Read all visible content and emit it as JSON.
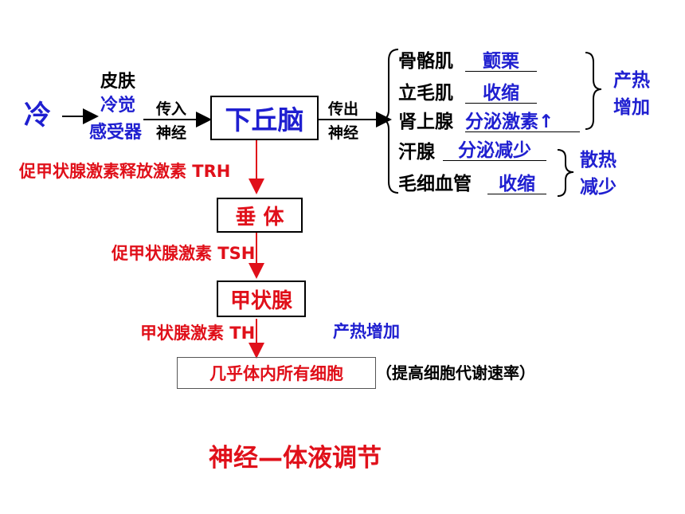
{
  "stimulus": {
    "cold": "冷",
    "skin": "皮肤",
    "receptor_1": "冷觉",
    "receptor_2": "感受器"
  },
  "afferent": {
    "line1": "传入",
    "line2": "神经"
  },
  "efferent": {
    "line1": "传出",
    "line2": "神经"
  },
  "hypothalamus": "下丘脑",
  "pituitary": "垂 体",
  "thyroid": "甲状腺",
  "cells": "几乎体内所有细胞",
  "cells_note": "（提高细胞代谢速率）",
  "hormones": {
    "trh": "促甲状腺激素释放激素 TRH",
    "tsh": "促甲状腺激素 TSH",
    "th": "甲状腺激素 TH"
  },
  "effectors": [
    {
      "organ": "骨骼肌",
      "response": "颤栗"
    },
    {
      "organ": "立毛肌",
      "response": "收缩"
    },
    {
      "organ": "肾上腺",
      "response": "分泌激素↑"
    },
    {
      "organ": "汗腺",
      "response": "分泌减少"
    },
    {
      "organ": "毛细血管",
      "response": "收缩"
    }
  ],
  "heat_gain": {
    "line1": "产热",
    "line2": "增加"
  },
  "heat_loss": {
    "line1": "散热",
    "line2": "减少"
  },
  "heat_gain_th": "产热增加",
  "footer": "神经—体液调节",
  "colors": {
    "black": "#000000",
    "blue": "#1f1fd0",
    "red": "#e0101a"
  }
}
